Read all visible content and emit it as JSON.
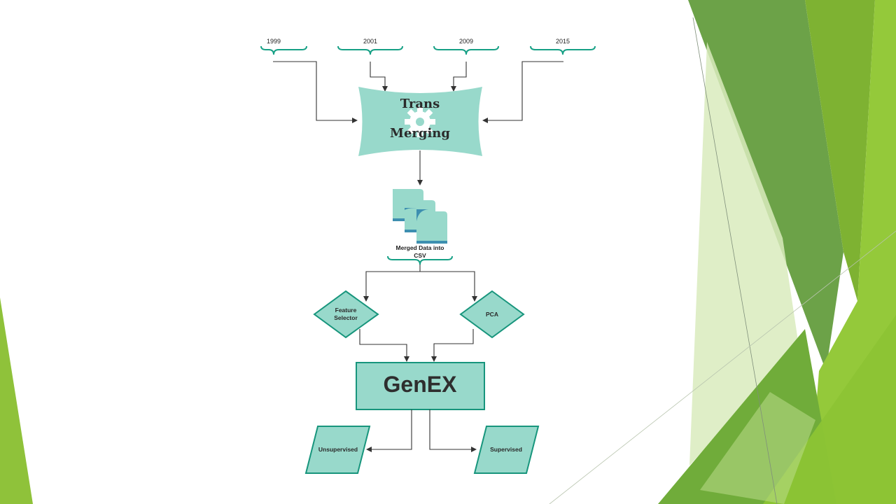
{
  "timeline": {
    "years": [
      "1999",
      "2001",
      "2009",
      "2015"
    ]
  },
  "process": {
    "merge_label_line1": "Trans",
    "merge_label_line2": "Merging",
    "merged_data_line1": "Merged Data into",
    "merged_data_line2": "CSV"
  },
  "branches": {
    "feature_selector_line1": "Feature",
    "feature_selector_line2": "Selector",
    "pca": "PCA"
  },
  "core": {
    "title": "GenEX"
  },
  "outputs": {
    "unsupervised": "Unsupervised",
    "supervised": "Supervised"
  },
  "colors": {
    "node_fill": "#98d9cb",
    "node_stroke": "#17957c",
    "connector": "#333333",
    "accent_green_dark": "#5e9a36",
    "accent_green_light": "#9bc93f"
  }
}
